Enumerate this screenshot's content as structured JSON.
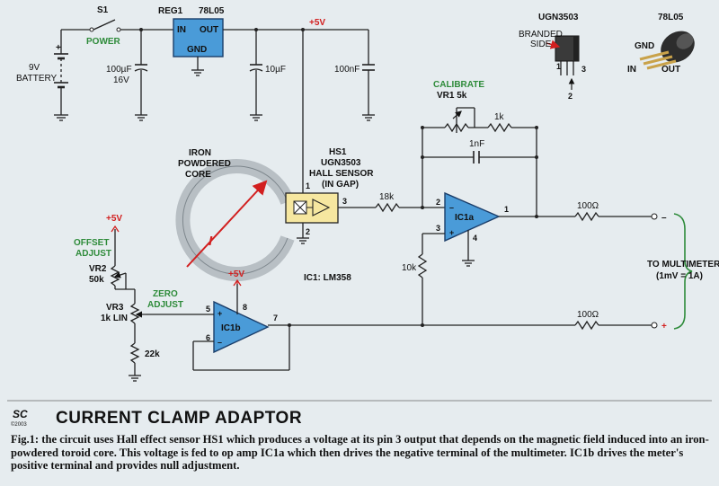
{
  "title": "CURRENT CLAMP ADAPTOR",
  "logo": {
    "text": "SC",
    "year": "©2003"
  },
  "caption": "Fig.1: the circuit uses Hall effect sensor HS1 which produces a voltage at its pin 3 output that depends on the magnetic field induced into an iron-powdered toroid core. This voltage is fed to op amp IC1a which then drives the negative terminal of the multimeter. IC1b drives the meter's positive terminal and provides null adjustment.",
  "labels": {
    "s1": "S1",
    "power": "POWER",
    "battery1": "9V",
    "battery2": "BATTERY",
    "reg": "REG1",
    "reg_part": "78L05",
    "reg_in": "IN",
    "reg_out": "OUT",
    "reg_gnd": "GND",
    "supply": "+5V",
    "c1a": "100µF",
    "c1b": "16V",
    "c2": "10µF",
    "c3": "100nF",
    "calibrate": "CALIBRATE",
    "vr1": "VR1 5k",
    "r1k": "1k",
    "c1nf": "1nF",
    "iron1": "IRON",
    "iron2": "POWDERED",
    "iron3": "CORE",
    "hs1": "HS1",
    "hs1_part": "UGN3503",
    "hs1_desc": "HALL SENSOR",
    "hs1_gap": "(IN GAP)",
    "r18k": "18k",
    "r10k": "10k",
    "ic1a": "IC1a",
    "ic1b": "IC1b",
    "ic1": "IC1: LM358",
    "r100a": "100Ω",
    "r100b": "100Ω",
    "minus": "–",
    "plus": "+",
    "meter1": "TO MULTIMETER",
    "meter2": "(1mV = 1A)",
    "vcc1": "+5V",
    "vcc2": "+5V",
    "offset1": "OFFSET",
    "offset2": "ADJUST",
    "vr2": "VR2",
    "vr2v": "50k",
    "zero1": "ZERO",
    "zero2": "ADJUST",
    "vr3": "VR3",
    "vr3v": "1k LIN",
    "r22k": "22k",
    "current": "I",
    "ugn_title": "UGN3503",
    "branded1": "BRANDED",
    "branded2": "SIDE",
    "ugn_p1": "1",
    "ugn_p2": "2",
    "ugn_p3": "3",
    "reg_pin_title": "78L05",
    "reg_pin_gnd": "GND",
    "reg_pin_in": "IN",
    "reg_pin_out": "OUT"
  },
  "pins": {
    "hs1_1": "1",
    "hs1_2": "2",
    "hs1_3": "3",
    "a1": "1",
    "a2": "2",
    "a3": "3",
    "a4": "4",
    "b5": "5",
    "b6": "6",
    "b7": "7",
    "b8": "8"
  },
  "colors": {
    "red": "#d21f1f",
    "green": "#2e8b3a",
    "reg_fill": "#4a9bd8",
    "ic_fill": "#4a9bd8",
    "core": "#b8bfc4"
  }
}
